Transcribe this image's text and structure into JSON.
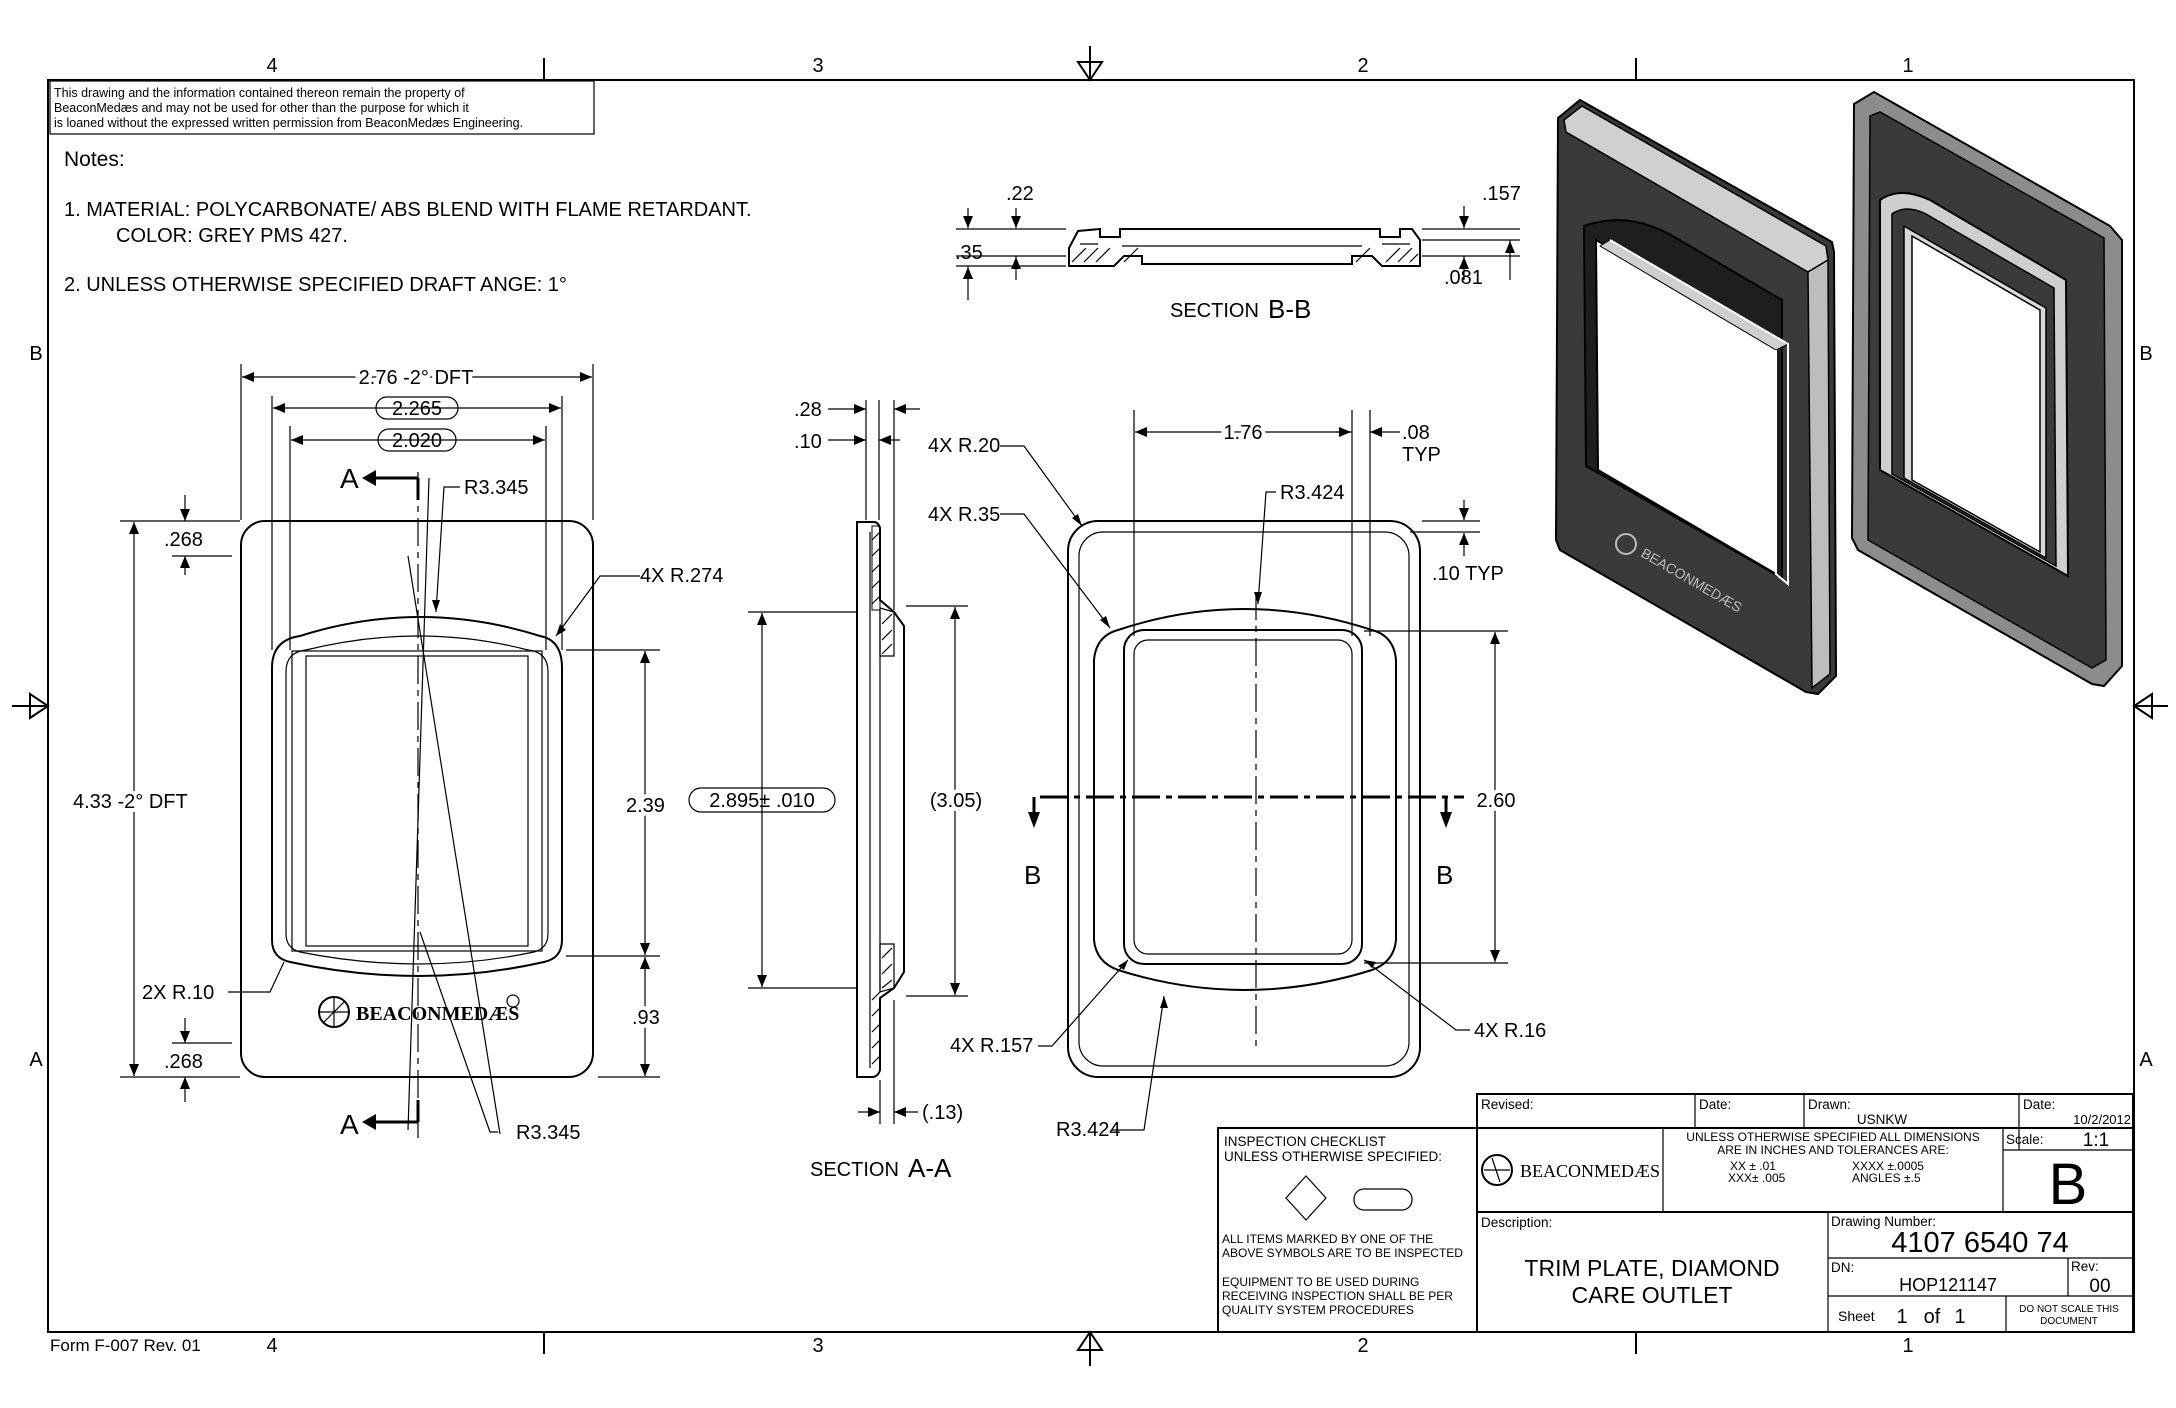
{
  "border": {
    "zones_top": [
      "4",
      "3",
      "2",
      "1"
    ],
    "zones_side_top": "B",
    "zones_side_bottom": "A",
    "form": "Form F-007 Rev. 01"
  },
  "notice": [
    "This drawing and the information contained thereon remain the property of",
    "BeaconMedæs and may not be used for other than the purpose for which it",
    "is loaned without the expressed written permission from BeaconMedæs Engineering."
  ],
  "notes": {
    "heading": "Notes:",
    "lines": [
      "1. MATERIAL: POLYCARBONATE/ ABS BLEND WITH FLAME RETARDANT.",
      "COLOR: GREY PMS 427.",
      "2. UNLESS OTHERWISE SPECIFIED DRAFT ANGE: 1°"
    ]
  },
  "front_view": {
    "dims": [
      "2.76 -2° DFT",
      "2.265",
      "2.020",
      "R3.345",
      ".268",
      "4X R.274",
      "4.33 -2° DFT",
      "2.39",
      "2X R.10",
      ".268",
      ".93",
      "R3.345"
    ],
    "section_letter": "A",
    "logo": "BEACONMEDÆS"
  },
  "section_aa": {
    "dims": [
      ".28",
      ".10",
      "2.895± .010",
      "(3.05)",
      "(.13)"
    ],
    "title_prefix": "SECTION",
    "title_letter": "A-A"
  },
  "section_bb": {
    "dims": [
      ".22",
      ".157",
      ".35",
      ".081"
    ],
    "title_prefix": "SECTION",
    "title_letter": "B-B"
  },
  "rear_view": {
    "dims": [
      "4X R.20",
      "4X R.35",
      "1.76",
      ".08",
      "TYP",
      "R3.424",
      ".10 TYP",
      "2.60",
      "4X R.157",
      "4X R.16",
      "R3.424"
    ],
    "section_letter": "B"
  },
  "title_block": {
    "revised_label": "Revised:",
    "date_label": "Date:",
    "drawn_label": "Drawn:",
    "drawn_value": "USNKW",
    "date_label_2": "Date:",
    "date_value": "10/2/2012",
    "company": "BEACONMEDÆS",
    "tolerance_lines": [
      "UNLESS OTHERWISE SPECIFIED ALL DIMENSIONS",
      "ARE IN INCHES AND TOLERANCES ARE:"
    ],
    "tol_xx": "XX ± .01",
    "tol_xxx": "XXX± .005",
    "tol_xxxx": "XXXX ±.0005",
    "tol_angles": "ANGLES ±.5",
    "scale_label": "Scale:",
    "scale_value": "1:1",
    "size": "B",
    "description_label": "Description:",
    "description": [
      "TRIM PLATE, DIAMOND",
      "CARE OUTLET"
    ],
    "drawing_number_label": "Drawing Number:",
    "drawing_number": "4107 6540 74",
    "dn_label": "DN:",
    "dn_value": "HOP121147",
    "rev_label": "Rev:",
    "rev_value": "00",
    "sheet_label": "Sheet",
    "sheet_value": "1",
    "sheet_of": "of",
    "sheet_total": "1",
    "no_scale": [
      "DO NOT SCALE THIS",
      "DOCUMENT"
    ]
  },
  "inspection": {
    "lines": [
      "INSPECTION CHECKLIST",
      "UNLESS OTHERWISE SPECIFIED:"
    ],
    "marked": [
      "ALL ITEMS MARKED BY ONE OF THE",
      "ABOVE SYMBOLS ARE TO BE INSPECTED"
    ],
    "equipment": [
      "EQUIPMENT TO BE USED DURING",
      "RECEIVING INSPECTION SHALL BE PER",
      "QUALITY SYSTEM PROCEDURES"
    ]
  }
}
